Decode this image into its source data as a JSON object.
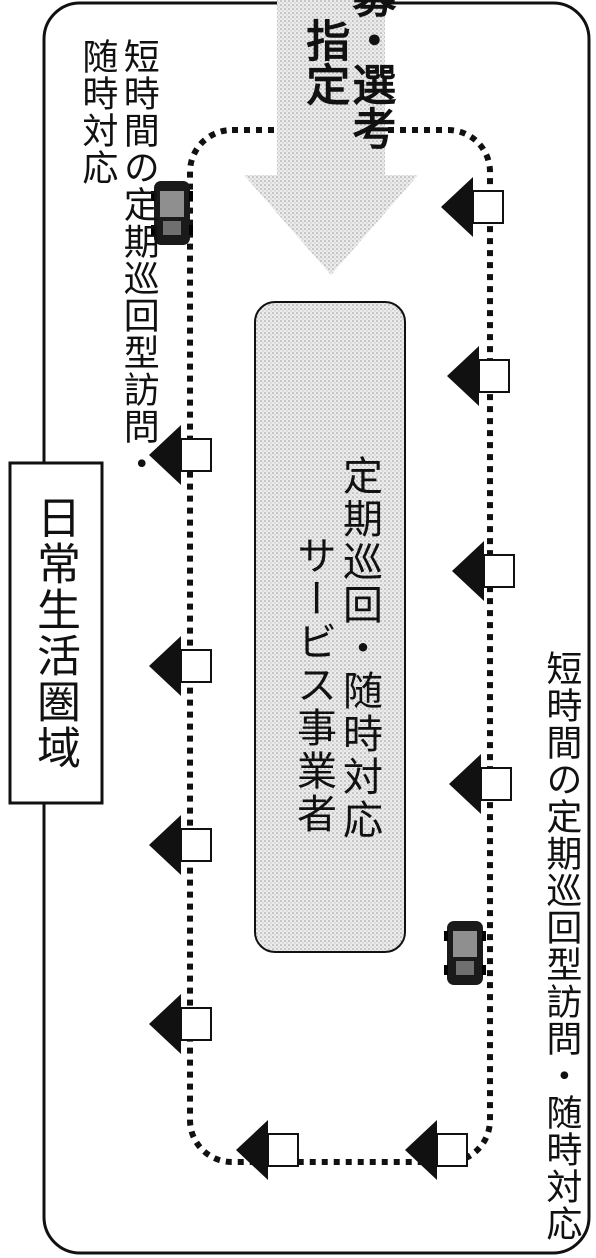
{
  "area_label": "日常生活圏域",
  "top_routes_label": {
    "line1": "短時間の定期巡回型訪問・",
    "line2": "随時対応"
  },
  "bottom_routes_label": "短時間の定期巡回型訪問・随時対応",
  "provider_box": {
    "line1": "定期巡回・随時対応",
    "line2": "サービス事業者"
  },
  "selection_arrow": {
    "line1": "公募・選考",
    "line2": "指定"
  }
}
